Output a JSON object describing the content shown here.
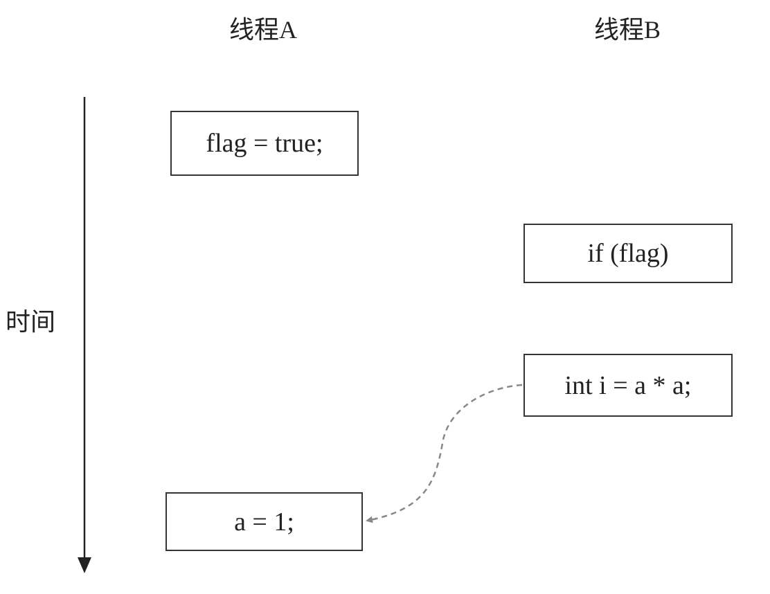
{
  "headers": {
    "thread_a": "线程A",
    "thread_b": "线程B"
  },
  "time_axis": {
    "label": "时间"
  },
  "thread_a_boxes": [
    {
      "code": "flag = true;"
    },
    {
      "code": "a = 1;"
    }
  ],
  "thread_b_boxes": [
    {
      "code": "if (flag)"
    },
    {
      "code": "int i = a * a;"
    }
  ],
  "colors": {
    "box_border": "#333333",
    "text": "#222222",
    "axis": "#222222",
    "dashed_arrow": "#888888"
  }
}
